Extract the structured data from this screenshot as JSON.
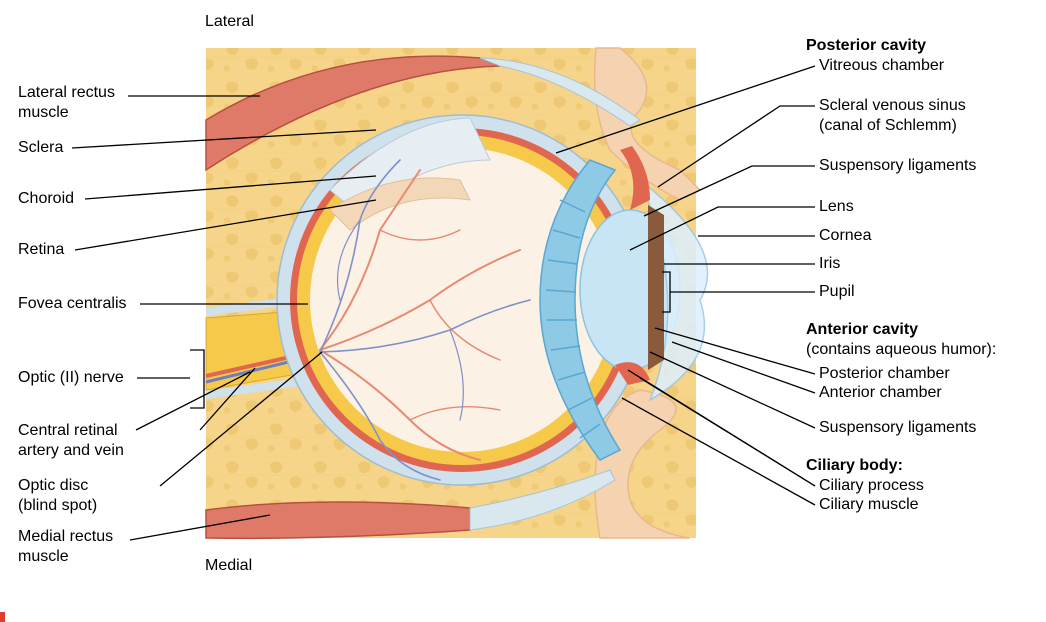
{
  "orientation": {
    "top": "Lateral",
    "bottom": "Medial"
  },
  "left_labels": {
    "lateral_rectus": [
      "Lateral rectus",
      "muscle"
    ],
    "sclera": "Sclera",
    "choroid": "Choroid",
    "retina": "Retina",
    "fovea": "Fovea centralis",
    "optic_nerve": "Optic (II) nerve",
    "central_retinal": [
      "Central retinal",
      "artery and vein"
    ],
    "optic_disc": [
      "Optic disc",
      "(blind spot)"
    ],
    "medial_rectus": [
      "Medial rectus",
      "muscle"
    ]
  },
  "right_labels": {
    "posterior_cavity": "Posterior cavity",
    "vitreous": "Vitreous chamber",
    "scleral_sinus": [
      "Scleral venous sinus",
      "(canal of Schlemm)"
    ],
    "suspensory_1": "Suspensory ligaments",
    "lens": "Lens",
    "cornea": "Cornea",
    "iris": "Iris",
    "pupil": "Pupil",
    "anterior_cavity": "Anterior cavity",
    "anterior_note": "(contains aqueous humor):",
    "posterior_chamber": "Posterior chamber",
    "anterior_chamber": "Anterior chamber",
    "suspensory_2": "Suspensory ligaments",
    "ciliary_body": "Ciliary body:",
    "ciliary_process": "Ciliary process",
    "ciliary_muscle": "Ciliary muscle"
  },
  "colors": {
    "fat": "#f6d58a",
    "fat_cell": "#e9bb5e",
    "muscle": "#e07a68",
    "sclera": "#cfe1ec",
    "choroid": "#e0664f",
    "retina": "#f6c94a",
    "vitreous": "#fbf1e4",
    "vessel_artery": "#e0664f",
    "vessel_vein": "#6c7fc0",
    "ciliary": "#8ec9e6",
    "lens": "#c8e5f6",
    "iris": "#8a5a3c",
    "skin": "#f5d2b0",
    "accent_mark": "#e03c31"
  }
}
